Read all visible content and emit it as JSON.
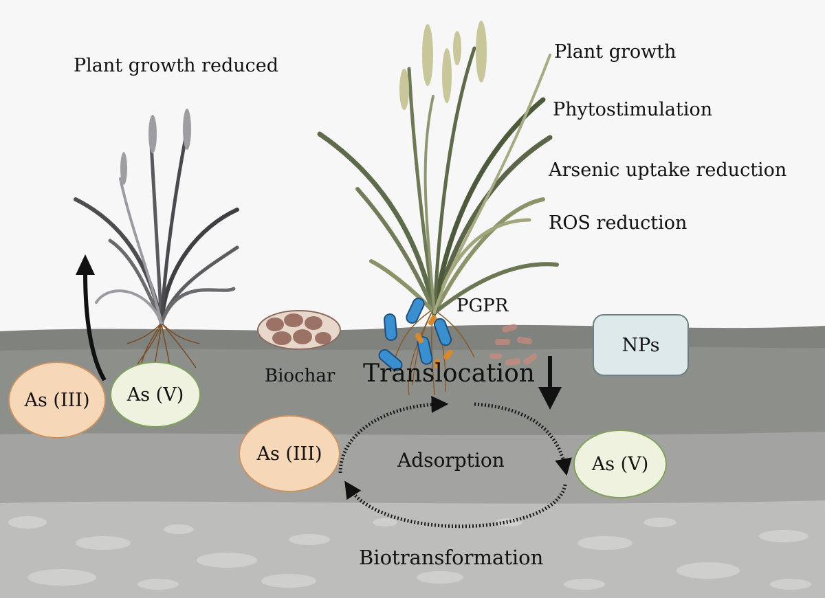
{
  "title": "Plant growth reduced",
  "benefits": [
    "Plant growth",
    "Phytostimulation",
    "Arsenic uptake reduction",
    "ROS reduction"
  ],
  "labels": {
    "pgpr": "PGPR",
    "biochar": "Biochar",
    "translocation": "Translocation",
    "adsorption": "Adsorption",
    "biotransformation": "Biotransformation",
    "nps": "NPs"
  },
  "species": {
    "as3": "As (III)",
    "as5": "As (V)"
  },
  "colors": {
    "as3_fill": "#f6d7b8",
    "as5_fill": "#eef2df",
    "nps_fill": "#dde9eb",
    "bacteria_blue": "#3a8fd1",
    "bacteria_orange": "#d9892a",
    "soil_top": "#7f827d",
    "soil_mid": "#a3a4a1",
    "soil_low": "#bdbdbc"
  }
}
